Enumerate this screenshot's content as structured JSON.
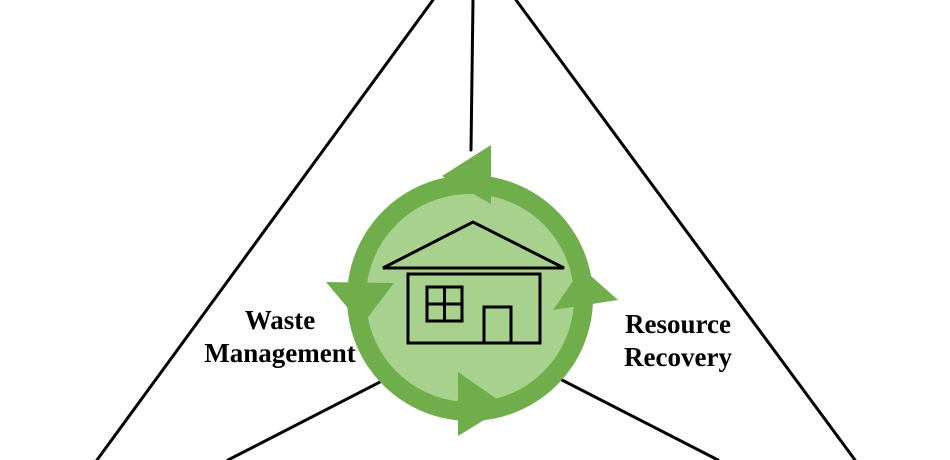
{
  "labels": {
    "left_line1": "Waste",
    "left_line2": "Management",
    "right_line1": "Resource",
    "right_line2": "Recovery"
  },
  "colors": {
    "lines": "#000000",
    "ring": "#6fae4a",
    "inner_disc": "#a9d18e",
    "house_outline": "#000000"
  },
  "icons": {
    "center": "house-icon",
    "cycle": "recycle-cycle-arrows-icon"
  }
}
